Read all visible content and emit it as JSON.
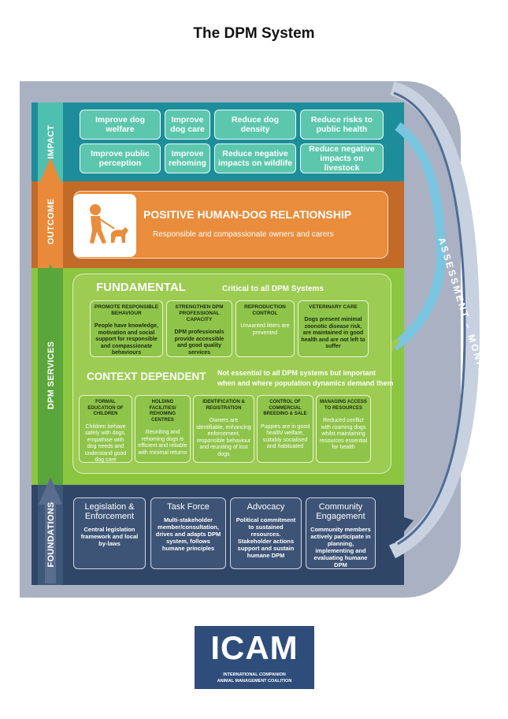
{
  "title": "The DPM System",
  "colors": {
    "impact": "#1e8d9b",
    "outcome": "#c26a27",
    "services": "#8cc540",
    "foundations": "#2f4667",
    "frame": "#a9b1c2"
  },
  "side_labels": {
    "impact": "IMPACT",
    "outcome": "OUTCOME",
    "services": "DPM SERVICES",
    "foundations": "FOUNDATIONS"
  },
  "impact": {
    "items": [
      "Improve dog welfare",
      "Improve dog care",
      "Reduce dog density",
      "Reduce risks to public health",
      "Improve public perception",
      "Improve rehoming",
      "Reduce negative impacts on wildlife",
      "Reduce negative impacts on livestock"
    ]
  },
  "outcome": {
    "icon": "person-walking-dog-icon",
    "title": "POSITIVE HUMAN-DOG RELATIONSHIP",
    "subtitle": "Responsible and compassionate owners and carers"
  },
  "fundamental": {
    "title": "FUNDAMENTAL",
    "note": "Critical to all DPM Systems",
    "items": [
      {
        "heading": "PROMOTE RESPONSIBLE BEHAVIOUR",
        "body": "People have knowledge, motivation and social support for responsible and compassionate behaviours"
      },
      {
        "heading": "STRENGTHEN DPM PROFESSIONAL CAPACITY",
        "body": "DPM professionals provide accessible and good quality services"
      },
      {
        "heading": "REPRODUCTION CONTROL",
        "body": "Unwanted litters are prevented"
      },
      {
        "heading": "VETERINARY CARE",
        "body": "Dogs present minimal zoonotic disease risk, are maintained in good health and are not left to suffer"
      }
    ]
  },
  "context": {
    "title": "CONTEXT DEPENDENT",
    "note_line1": "Not essential to all DPM systems but important",
    "note_line2": "when and where population dynamics demand them",
    "items": [
      {
        "heading": "FORMAL EDUCATION OF CHILDREN",
        "body": "Children behave safely with dogs, empathise with dog needs and understand good dog care"
      },
      {
        "heading": "HOLDING FACILITIES/ REHOMING CENTRES",
        "body": "Reuniting and rehoming dogs is efficient and reliable with minimal returns"
      },
      {
        "heading": "IDENTIFICATION & REGISTRATION",
        "body": "Owners are identifiable, enhancing enforcement, responsible behaviour and reuniting of lost dogs"
      },
      {
        "heading": "CONTROL OF COMMERCIAL BREEDING & SALE",
        "body": "Puppies are in good health/ welfare, suitably socialised and habituated"
      },
      {
        "heading": "MANAGING ACCESS TO RESOURCES",
        "body": "Reduced conflict with roaming dogs whilst maintaining resources essential for health"
      }
    ]
  },
  "foundations": {
    "items": [
      {
        "heading": "Legislation & Enforcement",
        "body": "Central legislation framework and local by-laws"
      },
      {
        "heading": "Task Force",
        "body": "Multi-stakeholder member/consultation, drives and adapts DPM system, follows humane principles"
      },
      {
        "heading": "Advocacy",
        "body": "Political commitment to sustained resources. Stakeholder actions support and sustain humane DPM"
      },
      {
        "heading": "Community Engagement",
        "body": "Community members actively participate in planning, implementing and evaluating humane DPM"
      }
    ]
  },
  "feedback_loop": "ASSESSMENT – MONITORING – EVALUATION",
  "logo": {
    "name": "ICAM",
    "line1": "INTERNATIONAL COMPANION",
    "line2": "ANIMAL MANAGEMENT COALITION"
  }
}
